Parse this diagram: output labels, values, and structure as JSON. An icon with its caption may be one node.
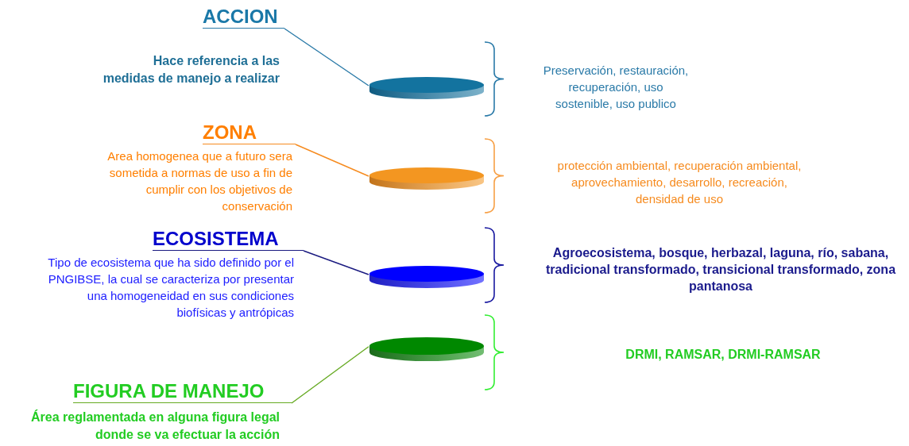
{
  "diagram": {
    "nodes": [
      {
        "text": [
          "ACCION"
        ],
        "beside": [
          "Hace referencia a las medidas de manejo a realizar"
        ]
      },
      {
        "text": [],
        "shape": "cylinder"
      },
      {
        "text": [
          "ZONA"
        ],
        "beside": [
          "Area homogenea que a futuro sera sometida a normas de uso a fin de cumplir con los objetivos de conservación"
        ]
      },
      {
        "text": [],
        "shape": "cylinder"
      },
      {
        "text": [
          "ECOSISTEMA"
        ],
        "beside": [
          "Tipo de ecosistema que ha sido definido por el PNGIBSE, la cual se caracteriza por presentar una homogeneidad en sus condiciones biofísicas y antrópicas"
        ]
      },
      {
        "text": [],
        "shape": "cylinder"
      },
      {
        "text": [
          "FIGURA DE MANEJO"
        ],
        "beside": [
          "Área reglamentada en alguna figura legal donde se va efectuar la acción"
        ]
      },
      {
        "text": [],
        "shape": "cylinder"
      }
    ],
    "edges": [
      {
        "from": 0,
        "to": 1,
        "arrow": "none",
        "color": "#2a7aa8"
      },
      {
        "from": 2,
        "to": 3,
        "arrow": "none",
        "color": "#f68b1f"
      },
      {
        "from": 4,
        "to": 5,
        "arrow": "none",
        "color": "#1a1a80"
      },
      {
        "from": 6,
        "to": 7,
        "arrow": "none",
        "color": "#66aa22"
      }
    ],
    "labels": [
      "Preservación, restauración, recuperación,  uso sostenible, uso publico",
      "protección ambiental, recuperación ambiental, aprovechamiento, desarrollo, recreación, densidad de uso",
      "Agroecosistema, bosque, herbazal, laguna, río, sabana, tradicional transformado, transicional transformado, zona pantanosa",
      "DRMI, RAMSAR, DRMI-RAMSAR"
    ]
  }
}
